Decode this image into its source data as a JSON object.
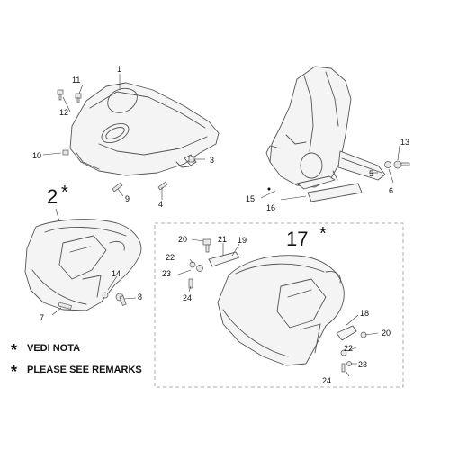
{
  "callouts": {
    "c1": "1",
    "c2": "2",
    "c3": "3",
    "c4": "4",
    "c5": "5",
    "c6": "6",
    "c7": "7",
    "c8": "8",
    "c9": "9",
    "c10": "10",
    "c11": "11",
    "c12": "12",
    "c13": "13",
    "c14": "14",
    "c15": "15",
    "c16": "16",
    "c17": "17",
    "c18": "18",
    "c19": "19",
    "c20": "20",
    "c21": "21",
    "c22": "22",
    "c23": "23",
    "c24": "24"
  },
  "asterisk": "*",
  "legend": {
    "line1": "VEDI NOTA",
    "line2": "PLEASE SEE REMARKS"
  }
}
